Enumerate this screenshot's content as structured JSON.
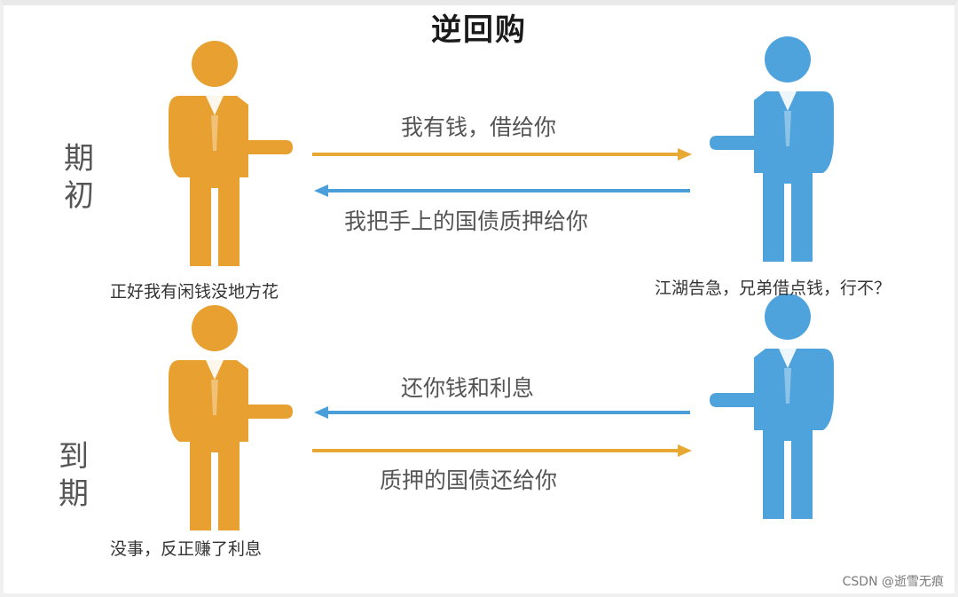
{
  "title": "逆回购",
  "phases": {
    "start": {
      "label": [
        "期",
        "初"
      ],
      "arrow_top": "我有钱，借给你",
      "arrow_bottom": "我把手上的国债质押给你",
      "left_caption": "正好我有闲钱没地方花",
      "right_caption": "江湖告急，兄弟借点钱，行不？"
    },
    "end": {
      "label": [
        "到",
        "期"
      ],
      "arrow_top": "还你钱和利息",
      "arrow_bottom": "质押的国债还给你",
      "left_caption": "没事，反正赚了利息"
    }
  },
  "watermark": "CSDN @逝雪无痕",
  "colors": {
    "lender": "#E8A030",
    "borrower": "#4FA3DC",
    "orange_arrow": "#E8A834",
    "blue_arrow": "#4A9FD8"
  }
}
